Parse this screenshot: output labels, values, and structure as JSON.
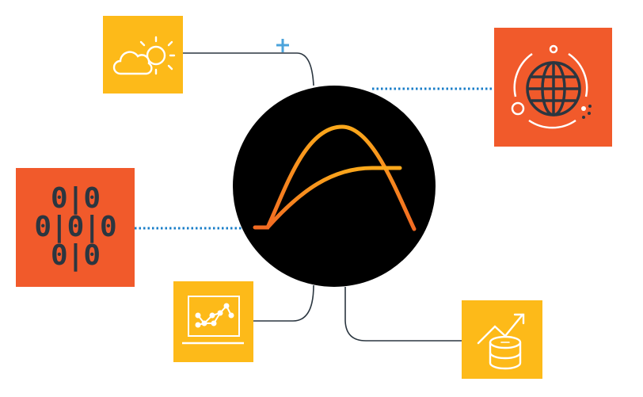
{
  "colors": {
    "yellow": "#FDBA19",
    "orange": "#F15A2B",
    "dark": "#2B3640",
    "dotted": "#1A7EC8",
    "hub": "#000000",
    "curve_top": "#FBA81B",
    "curve_bottom": "#F26A22"
  },
  "nodes": {
    "weather": {
      "icon": "cloud-sun-icon"
    },
    "globe": {
      "icon": "globe-orbit-icon"
    },
    "binary": {
      "icon": "binary-data-icon",
      "rows": [
        "0|0",
        "0|0|0",
        "0|0"
      ]
    },
    "laptop": {
      "icon": "laptop-graph-icon"
    },
    "finance": {
      "icon": "coins-growth-icon"
    }
  },
  "hub": {
    "icon": "distribution-curves-logo"
  }
}
